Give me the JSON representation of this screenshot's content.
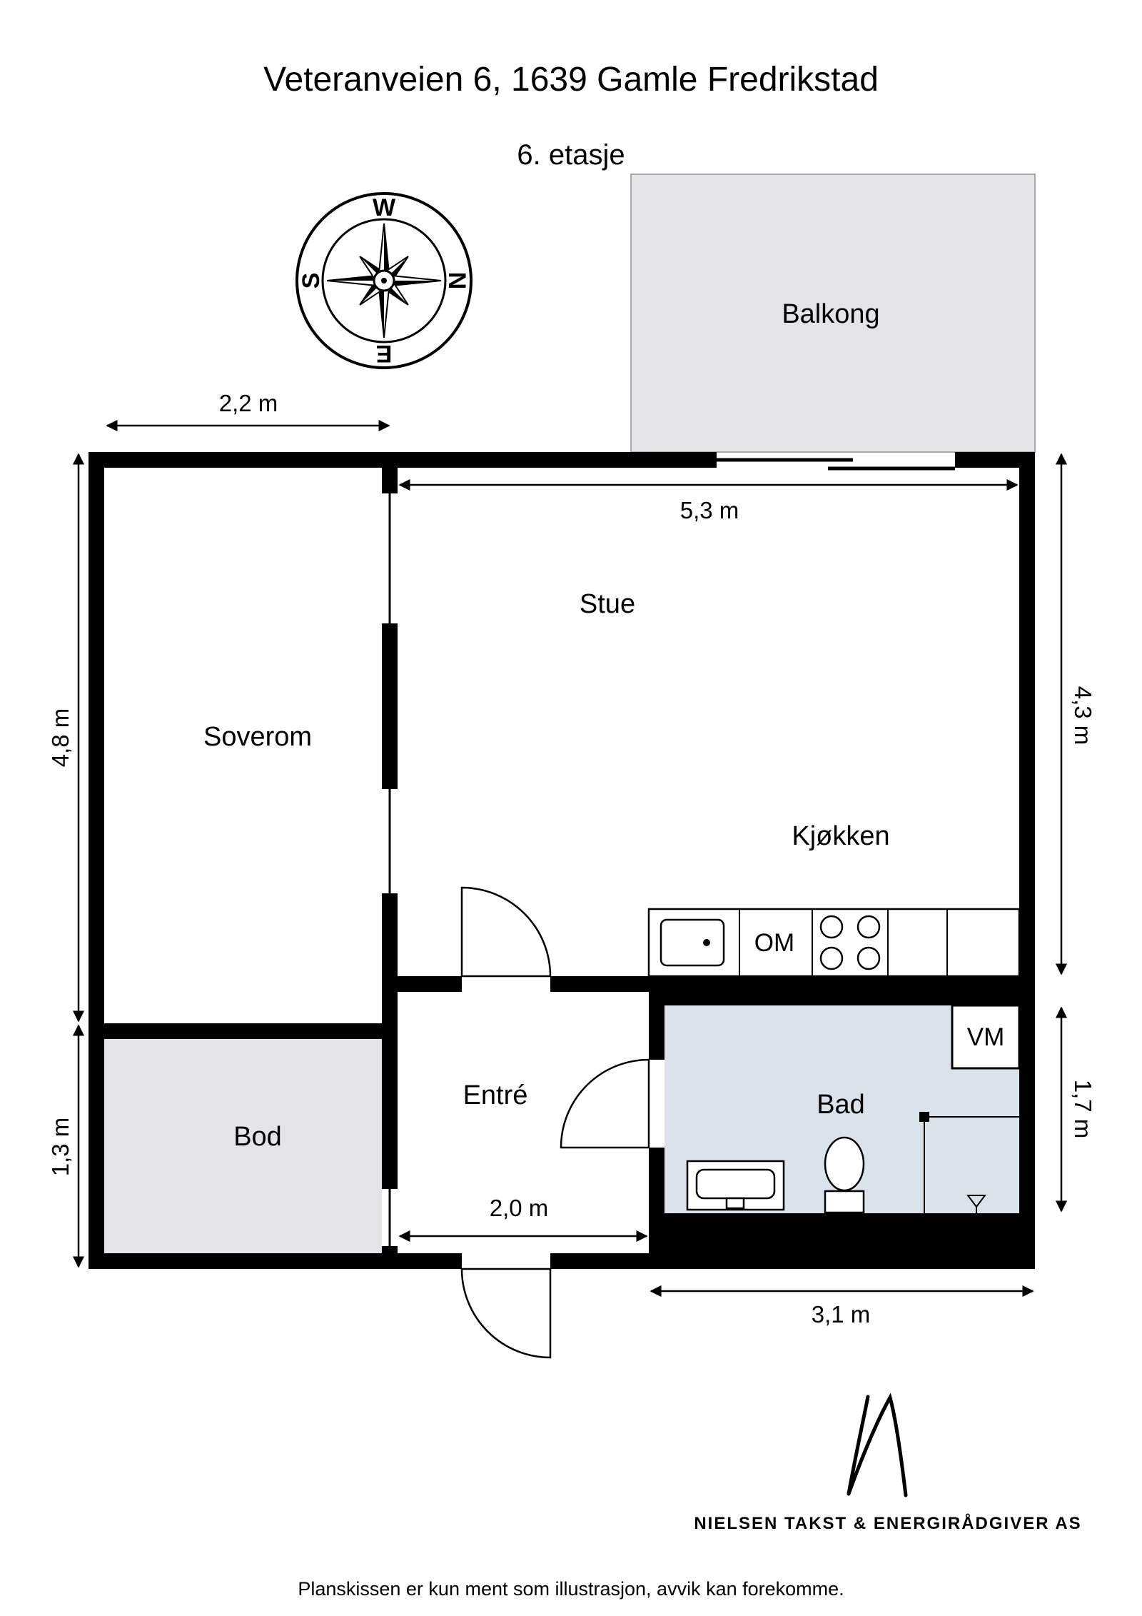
{
  "title": "Veteranveien 6, 1639 Gamle Fredrikstad",
  "subtitle": "6. etasje",
  "compass": {
    "w": "W",
    "n": "N",
    "s": "S",
    "e": "E"
  },
  "rooms": {
    "balcony": "Balkong",
    "bedroom": "Soverom",
    "living_room": "Stue",
    "kitchen": "Kjøkken",
    "storage": "Bod",
    "entrance": "Entré",
    "bathroom": "Bad"
  },
  "appliances": {
    "oven": "OM",
    "washing_machine": "VM"
  },
  "dims": {
    "bedroom_width": "2,2 m",
    "living_width": "5,3 m",
    "left_upper": "4,8 m",
    "left_lower": "1,3 m",
    "right_upper": "4,3 m",
    "right_lower": "1,7 m",
    "entrance_width": "2,0 m",
    "bathroom_width": "3,1 m"
  },
  "footer": {
    "company": "NIELSEN TAKST & ENERGIRÅDGIVER AS",
    "disclaimer": "Planskissen er kun ment som illustrasjon, avvik kan forekomme."
  },
  "colors": {
    "balcony_floor": "#e3e4e6",
    "storage_floor": "#e3e4e6",
    "bathroom_floor": "#dae2ec",
    "wall": "#000000"
  }
}
